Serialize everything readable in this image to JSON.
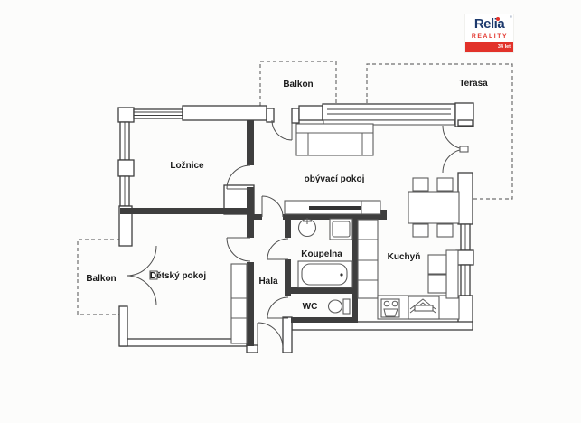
{
  "page": {
    "background": "#fcfcfb"
  },
  "logo": {
    "name": "Relia",
    "registered": "®",
    "subtitle": "REALITY",
    "badge": "34 let",
    "navy": "#1d3a6d",
    "red": "#e2322a"
  },
  "floorplan": {
    "colors": {
      "wall": "#3e3e3e",
      "furniture": "#5c5c5c",
      "dashed_outline": "#6f6f6f",
      "label": "#1b1b1b"
    },
    "rooms": {
      "loznice": {
        "label": "Ložnice"
      },
      "obyvaci_pokoj": {
        "label": "obývací pokoj"
      },
      "detsky_pokoj": {
        "label": "Dětský pokoj"
      },
      "hala": {
        "label": "Hala"
      },
      "koupelna": {
        "label": "Koupelna"
      },
      "wc": {
        "label": "WC"
      },
      "kuchyn": {
        "label": "Kuchyň"
      },
      "balkon_top": {
        "label": "Balkon"
      },
      "balkon_left": {
        "label": "Balkon"
      },
      "terasa": {
        "label": "Terasa"
      }
    }
  }
}
